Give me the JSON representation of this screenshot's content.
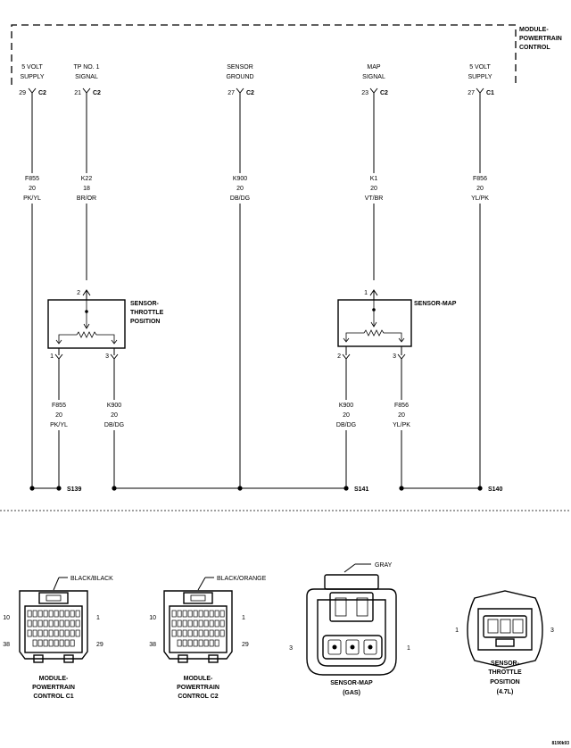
{
  "module": {
    "title_lines": [
      "MODULE-",
      "POWERTRAIN",
      "CONTROL"
    ]
  },
  "module_pins": [
    {
      "pin": "29",
      "conn": "C2",
      "label": [
        "5 VOLT",
        "SUPPLY"
      ],
      "wire": [
        "F855",
        "20",
        "PK/YL"
      ]
    },
    {
      "pin": "21",
      "conn": "C2",
      "label": [
        "TP NO. 1",
        "SIGNAL"
      ],
      "wire": [
        "K22",
        "18",
        "BR/OR"
      ]
    },
    {
      "pin": "27",
      "conn": "C2",
      "label": [
        "SENSOR",
        "GROUND"
      ],
      "wire": [
        "K900",
        "20",
        "DB/DG"
      ]
    },
    {
      "pin": "23",
      "conn": "C2",
      "label": [
        "MAP",
        "SIGNAL"
      ],
      "wire": [
        "K1",
        "20",
        "VT/BR"
      ]
    },
    {
      "pin": "27",
      "conn": "C1",
      "label": [
        "5 VOLT",
        "SUPPLY"
      ],
      "wire": [
        "F856",
        "20",
        "YL/PK"
      ]
    }
  ],
  "tps": {
    "name_lines": [
      "SENSOR-",
      "THROTTLE",
      "POSITION"
    ],
    "top_pin": "2",
    "bottom_pins": [
      {
        "pin": "1",
        "wire": [
          "F855",
          "20",
          "PK/YL"
        ]
      },
      {
        "pin": "3",
        "wire": [
          "K900",
          "20",
          "DB/DG"
        ]
      }
    ]
  },
  "map": {
    "name": "SENSOR-MAP",
    "top_pin": "1",
    "bottom_pins": [
      {
        "pin": "2",
        "wire": [
          "K900",
          "20",
          "DB/DG"
        ]
      },
      {
        "pin": "3",
        "wire": [
          "F856",
          "20",
          "YL/PK"
        ]
      }
    ]
  },
  "splices": [
    "S139",
    "S141",
    "S140"
  ],
  "connectors": [
    {
      "callout": "BLACK/BLACK",
      "pins": [
        "10",
        "1",
        "38",
        "29"
      ],
      "caption": [
        "MODULE-",
        "POWERTRAIN",
        "CONTROL C1"
      ]
    },
    {
      "callout": "BLACK/ORANGE",
      "pins": [
        "10",
        "1",
        "38",
        "29"
      ],
      "caption": [
        "MODULE-",
        "POWERTRAIN",
        "CONTROL C2"
      ]
    },
    {
      "callout": "GRAY",
      "pins": [
        "3",
        "1"
      ],
      "caption": [
        "SENSOR-MAP",
        "(GAS)"
      ]
    },
    {
      "callout": "",
      "pins": [
        "1",
        "3"
      ],
      "caption": [
        "SENSOR-",
        "THROTTLE",
        "POSITION",
        "(4.7L)"
      ]
    }
  ],
  "figure_code": "8190k93"
}
